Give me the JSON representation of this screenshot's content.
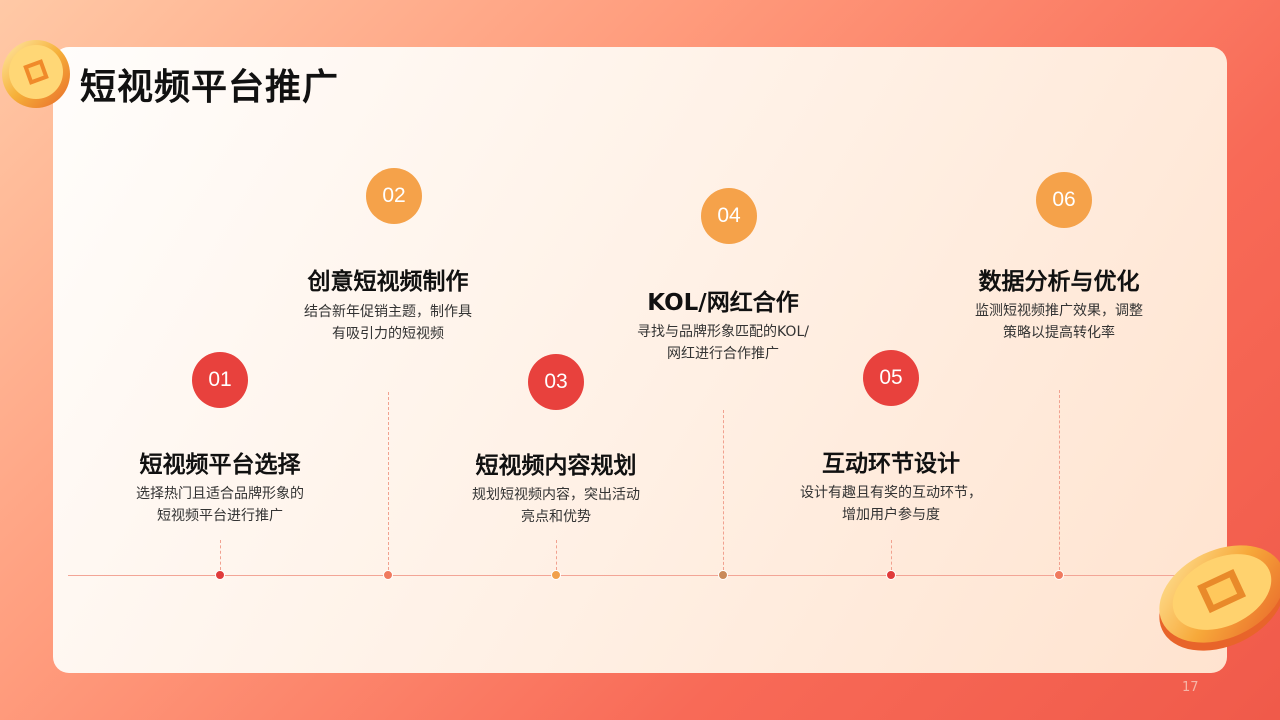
{
  "title": "短视频平台推广",
  "page_number": "17",
  "steps": [
    {
      "num": "01",
      "title": "短视频平台选择",
      "desc": [
        "选择热门且适合品牌形象的",
        "短视频平台进行推广"
      ]
    },
    {
      "num": "02",
      "title": "创意短视频制作",
      "desc": [
        "结合新年促销主题，制作具",
        "有吸引力的短视频"
      ]
    },
    {
      "num": "03",
      "title": "短视频内容规划",
      "desc": [
        "规划短视频内容，突出活动",
        "亮点和优势"
      ]
    },
    {
      "num": "04",
      "title": "KOL/网红合作",
      "desc": [
        "寻找与品牌形象匹配的KOL/",
        "网红进行合作推广"
      ]
    },
    {
      "num": "05",
      "title": "互动环节设计",
      "desc": [
        "设计有趣且有奖的互动环节，",
        "增加用户参与度"
      ]
    },
    {
      "num": "06",
      "title": "数据分析与优化",
      "desc": [
        "监测短视频推广效果，调整",
        "策略以提高转化率"
      ]
    }
  ],
  "colors": {
    "red": "#e8413d",
    "orange": "#f5a24a",
    "timeline": "#f3a596"
  }
}
